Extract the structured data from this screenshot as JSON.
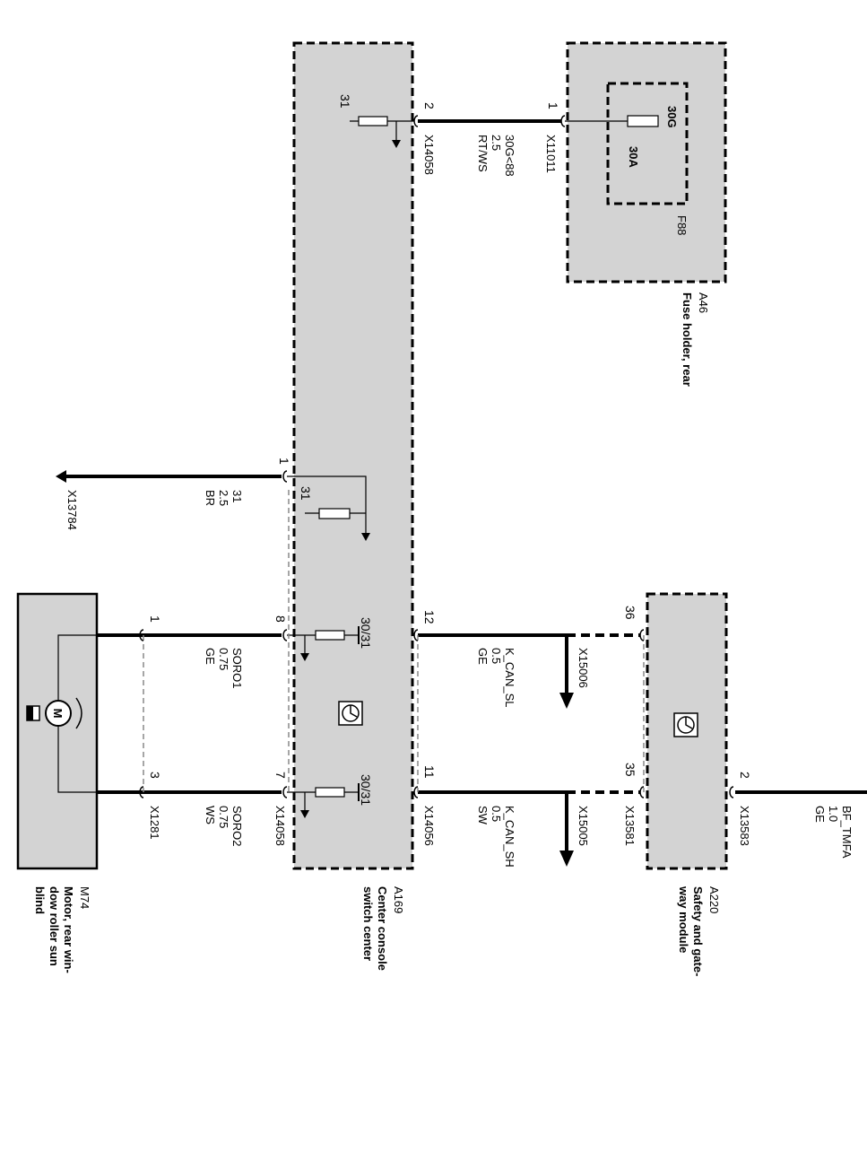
{
  "components": {
    "a46": {
      "id": "A46",
      "name": "Fuse holder, rear"
    },
    "f88": {
      "id": "F88",
      "rating": "30A",
      "terminal": "30G"
    },
    "a169": {
      "id": "A169",
      "name_line1": "Center console",
      "name_line2": "switch center"
    },
    "a220": {
      "id": "A220",
      "name_line1": "Safety and gate-",
      "name_line2": "way module"
    },
    "m74": {
      "id": "M74",
      "name_line1": "Motor, rear win-",
      "name_line2": "dow roller sun",
      "name_line3": "blind"
    }
  },
  "wires": {
    "supply": {
      "pin_a46": "1",
      "connector_a46": "X11011",
      "pin_a169": "2",
      "connector_a169": "X14058",
      "signal": "30G<88",
      "size": "2.5",
      "color": "RT/WS",
      "internal_label": "31"
    },
    "ground": {
      "pin": "1",
      "connector": "X13784",
      "signal": "31",
      "size": "2.5",
      "color": "BR",
      "internal_label": "31"
    },
    "soro1": {
      "pin_m74": "1",
      "pin_a169": "8",
      "signal": "SORO1",
      "size": "0.75",
      "color": "GE",
      "internal_label": "30/31"
    },
    "soro2": {
      "pin_m74": "3",
      "pin_a169": "7",
      "connector_m74": "X1281",
      "connector_a169": "X14058",
      "signal": "SORO2",
      "size": "0.75",
      "color": "WS",
      "internal_label": "30/31"
    },
    "k_can_sl": {
      "pin_a169": "12",
      "pin_a220": "36",
      "splice": "X15006",
      "signal": "K_CAN_SL",
      "size": "0.5",
      "color": "GE"
    },
    "k_can_sh": {
      "pin_a169": "11",
      "pin_a220": "35",
      "splice": "X15005",
      "connector_a169": "X14056",
      "connector_a220": "X13581",
      "signal": "K_CAN_SH",
      "size": "0.5",
      "color": "SW"
    },
    "bf_tmfa": {
      "pin_a220": "2",
      "connector": "X13583",
      "signal": "BF_TMFA",
      "size": "1.0",
      "color": "GE"
    }
  },
  "motor_symbol": "M"
}
